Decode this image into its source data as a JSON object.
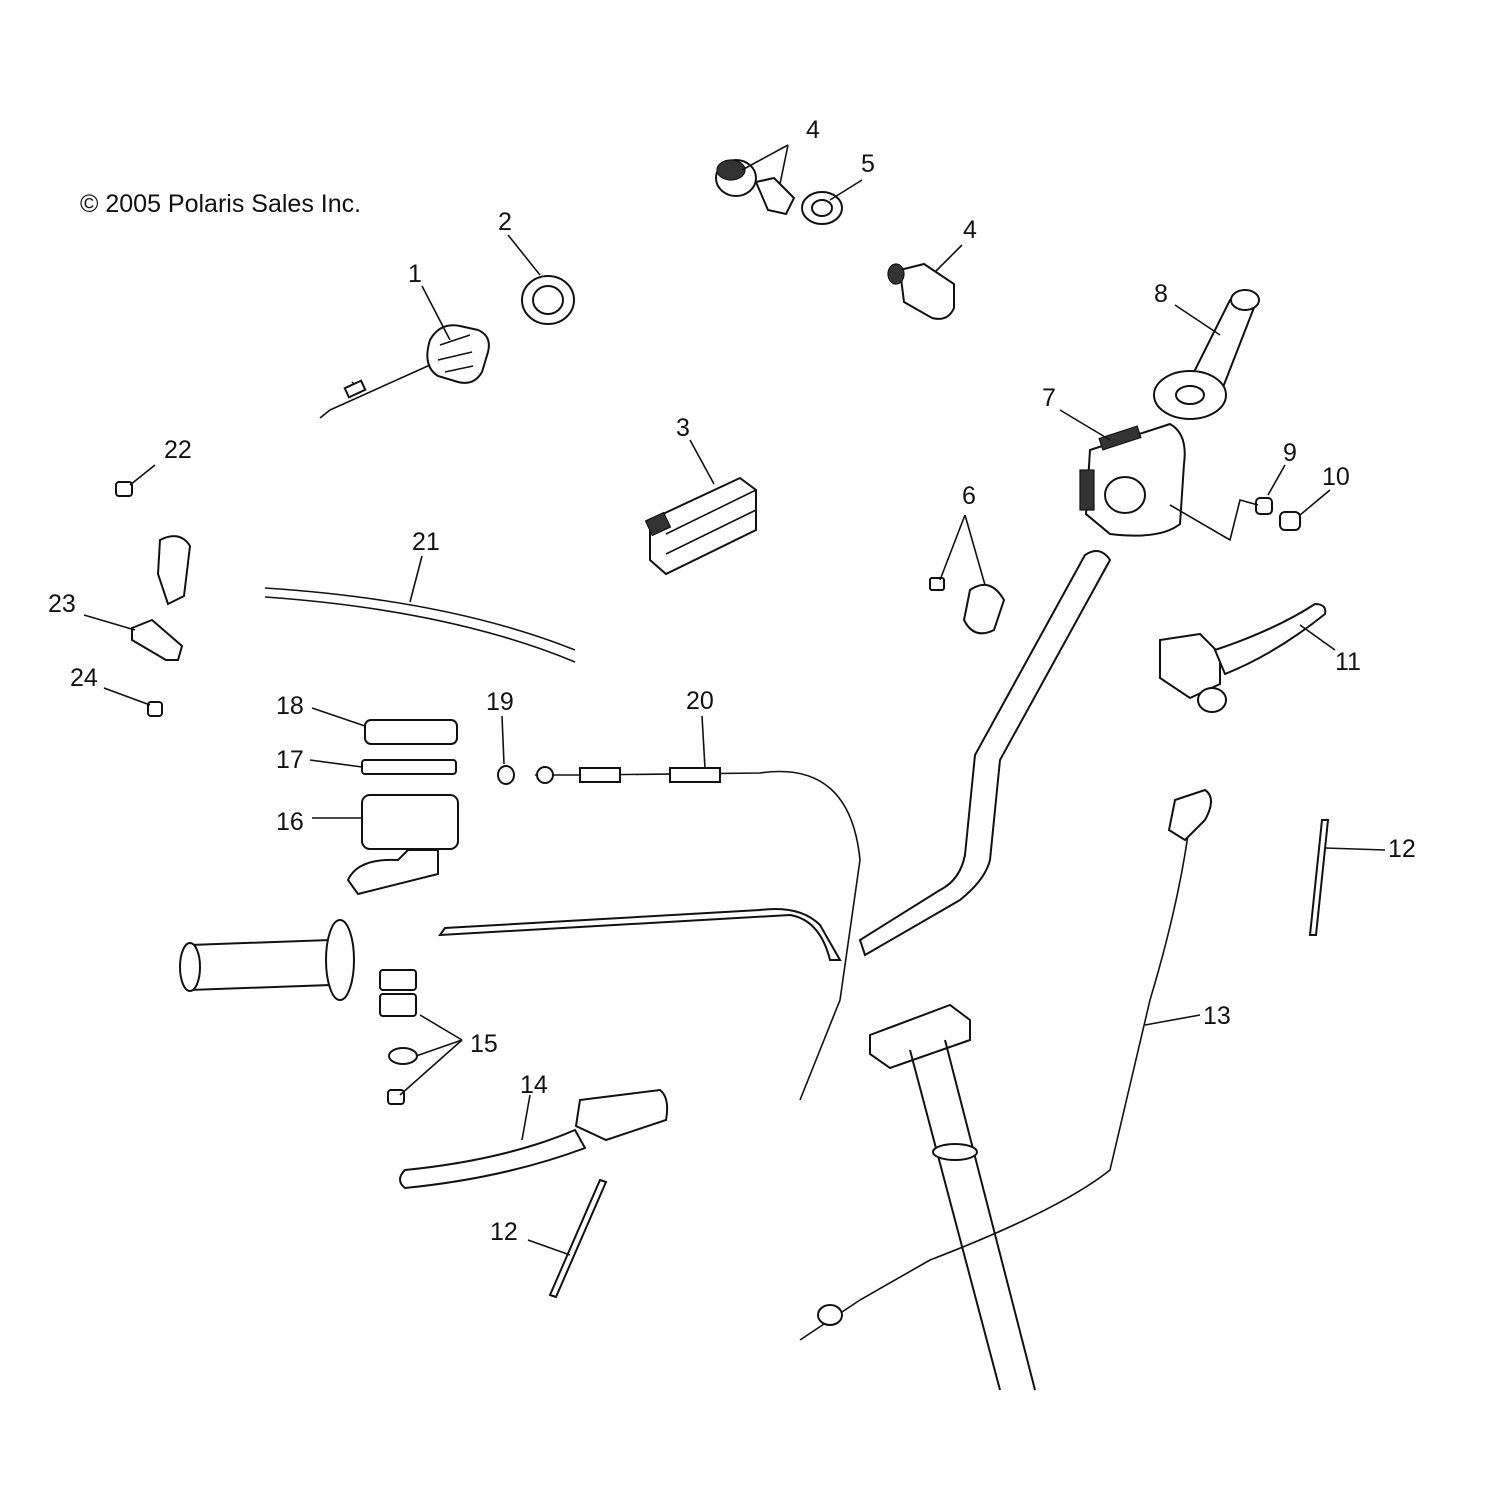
{
  "copyright": "© 2005 Polaris Sales Inc.",
  "callouts": [
    {
      "id": "c1",
      "label": "1"
    },
    {
      "id": "c2",
      "label": "2"
    },
    {
      "id": "c3",
      "label": "3"
    },
    {
      "id": "c4a",
      "label": "4"
    },
    {
      "id": "c4b",
      "label": "4"
    },
    {
      "id": "c5",
      "label": "5"
    },
    {
      "id": "c6",
      "label": "6"
    },
    {
      "id": "c7",
      "label": "7"
    },
    {
      "id": "c8",
      "label": "8"
    },
    {
      "id": "c9",
      "label": "9"
    },
    {
      "id": "c10",
      "label": "10"
    },
    {
      "id": "c11",
      "label": "11"
    },
    {
      "id": "c12a",
      "label": "12"
    },
    {
      "id": "c12b",
      "label": "12"
    },
    {
      "id": "c13",
      "label": "13"
    },
    {
      "id": "c14",
      "label": "14"
    },
    {
      "id": "c15",
      "label": "15"
    },
    {
      "id": "c16",
      "label": "16"
    },
    {
      "id": "c17",
      "label": "17"
    },
    {
      "id": "c18",
      "label": "18"
    },
    {
      "id": "c19",
      "label": "19"
    },
    {
      "id": "c20",
      "label": "20"
    },
    {
      "id": "c21",
      "label": "21"
    },
    {
      "id": "c22",
      "label": "22"
    },
    {
      "id": "c23",
      "label": "23"
    },
    {
      "id": "c24",
      "label": "24"
    }
  ]
}
